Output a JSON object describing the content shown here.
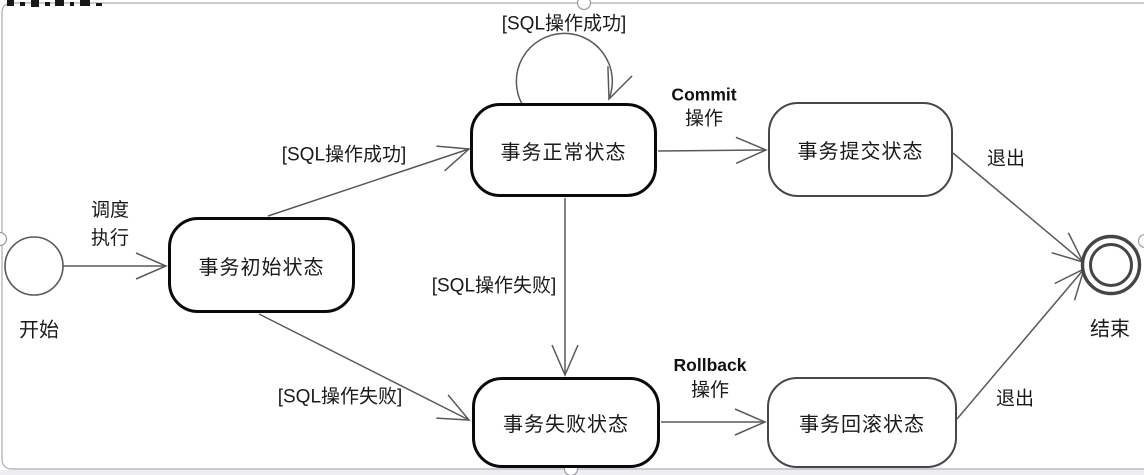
{
  "diagram": {
    "type": "uml-state-diagram",
    "nodes": {
      "start": {
        "label": "开始",
        "shape": "circle"
      },
      "initial": {
        "label": "事务初始状态",
        "shape": "rounded-rect"
      },
      "normal": {
        "label": "事务正常状态",
        "shape": "rounded-rect"
      },
      "commit": {
        "label": "事务提交状态",
        "shape": "rounded-rect"
      },
      "failed": {
        "label": "事务失败状态",
        "shape": "rounded-rect"
      },
      "rollback": {
        "label": "事务回滚状态",
        "shape": "rounded-rect"
      },
      "end": {
        "label": "结束",
        "shape": "double-circle"
      }
    },
    "edges": {
      "schedule": {
        "from": "start",
        "to": "initial",
        "label_line1": "调度",
        "label_line2": "执行"
      },
      "sql_success": {
        "from": "initial",
        "to": "normal",
        "label": "[SQL操作成功]"
      },
      "sql_success_loop": {
        "from": "normal",
        "to": "normal",
        "label": "[SQL操作成功]"
      },
      "commit_op": {
        "from": "normal",
        "to": "commit",
        "label_line1": "Commit",
        "label_line2": "操作"
      },
      "exit_top": {
        "from": "commit",
        "to": "end",
        "label": "退出"
      },
      "sql_fail_vertical": {
        "from": "normal",
        "to": "failed",
        "label": "[SQL操作失败]"
      },
      "sql_fail_diagonal": {
        "from": "initial",
        "to": "failed",
        "label": "[SQL操作失败]"
      },
      "rollback_op": {
        "from": "failed",
        "to": "rollback",
        "label_line1": "Rollback",
        "label_line2": "操作"
      },
      "exit_bottom": {
        "from": "rollback",
        "to": "end",
        "label": "退出"
      }
    },
    "colors": {
      "box_border_black": "#0a0a0a",
      "box_border_gray": "#474747",
      "edge_stroke": "#595959",
      "canvas_border": "#aaacb4",
      "text": "#1a1a1a",
      "background": "#ffffff"
    }
  }
}
